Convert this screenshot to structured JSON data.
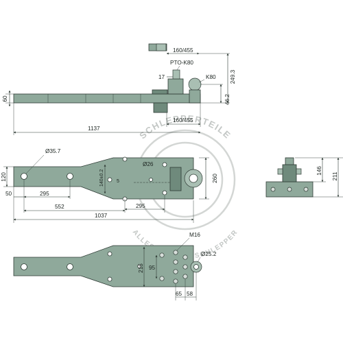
{
  "side_view": {
    "dims": {
      "d_160_455_top": "160/455",
      "pto": "PTO-K80",
      "k80": "K80",
      "d17": "17",
      "d249": "249.3",
      "d60": "60",
      "d46": "46.2",
      "d_160_455_bottom": "160/455",
      "d1137": "1137"
    }
  },
  "top_view": {
    "dims": {
      "d35_7": "Ø35.7",
      "d26": "Ø26",
      "d140": "140±0.2",
      "d5": "5",
      "d120": "120",
      "d260": "260",
      "d50": "50",
      "d295a": "295",
      "d295b": "295",
      "d552": "552",
      "d1037": "1037"
    }
  },
  "end_view": {
    "dims": {
      "d146": "146",
      "d211": "211"
    }
  },
  "bottom_view": {
    "dims": {
      "m16": "M16",
      "d25_2": "Ø25.2",
      "d215": "215",
      "d95": "95",
      "d65": "65",
      "d58": "58"
    }
  },
  "watermark": {
    "brand_top": "SCHLEPPERTEILE",
    "brand_bottom": "ALLES FÜR DEN SCHLEPPER"
  }
}
